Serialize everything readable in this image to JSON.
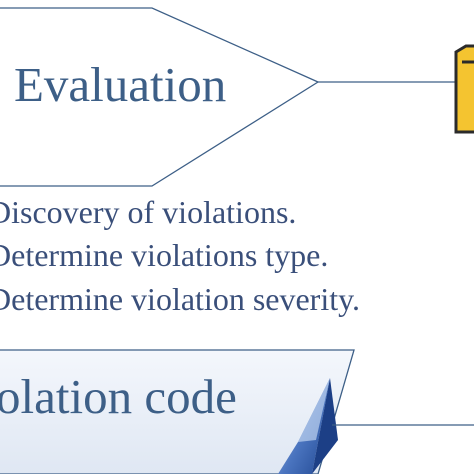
{
  "diagram": {
    "top_node": {
      "label": "Evaluation"
    },
    "steps": [
      "Discovery of violations.",
      "Determine violations type.",
      "Determine violation severity."
    ],
    "bottom_node": {
      "label": "olation code"
    },
    "colors": {
      "outline": "#3d5f87",
      "text": "#3d5f87",
      "list_text": "#3a4f7a",
      "banner_fill": "#eaf0f8",
      "arrow_dark": "#27509b",
      "arrow_light": "#9fbbe6",
      "folder_fill": "#f4c430",
      "folder_border": "#2b2b2b"
    }
  }
}
